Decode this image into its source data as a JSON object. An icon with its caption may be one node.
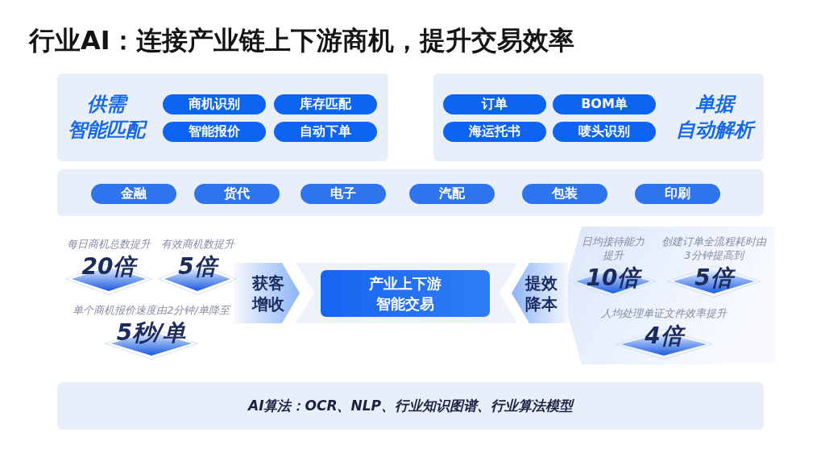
{
  "diagram": {
    "title": "行业AI：连接产业链上下游商机，提升交易效率",
    "nodes": [
      {
        "text": [
          "供需智能匹配"
        ]
      },
      {
        "text": [
          "商机识别"
        ],
        "in": 0
      },
      {
        "text": [
          "库存匹配"
        ],
        "in": 0
      },
      {
        "text": [
          "智能报价"
        ],
        "in": 0
      },
      {
        "text": [
          "自动下单"
        ],
        "in": 0
      },
      {
        "text": [
          "单据自动解析"
        ]
      },
      {
        "text": [
          "订单"
        ],
        "in": 5
      },
      {
        "text": [
          "BOM单"
        ],
        "in": 5
      },
      {
        "text": [
          "海运托书"
        ],
        "in": 5
      },
      {
        "text": [
          "唛头识别"
        ],
        "in": 5
      },
      {
        "text": [],
        "shape": "box"
      },
      {
        "text": [
          "金融"
        ],
        "in": 10
      },
      {
        "text": [
          "货代"
        ],
        "in": 10
      },
      {
        "text": [
          "电子"
        ],
        "in": 10
      },
      {
        "text": [
          "汽配"
        ],
        "in": 10
      },
      {
        "text": [
          "包装"
        ],
        "in": 10
      },
      {
        "text": [
          "印刷"
        ],
        "in": 10
      },
      {
        "text": [
          "每日商机总数提升",
          "20倍"
        ]
      },
      {
        "text": [
          "有效商机数提升",
          "5倍"
        ]
      },
      {
        "text": [
          "单个商机报价速度由2分钟/单降至",
          "5秒/单"
        ]
      },
      {
        "text": [
          "获客增收"
        ]
      },
      {
        "text": [
          "产业上下游智能交易"
        ]
      },
      {
        "text": [
          "提效降本"
        ]
      },
      {
        "text": [
          "日均接待能力提升",
          "10倍"
        ]
      },
      {
        "text": [
          "创建订单全流程耗时由3分钟提高到",
          "5倍"
        ]
      },
      {
        "text": [
          "人均处理单证文件效率提升",
          "4倍"
        ]
      },
      {
        "text": [
          "AI算法：OCR、NLP、行业知识图谱、行业算法模型"
        ]
      }
    ]
  }
}
